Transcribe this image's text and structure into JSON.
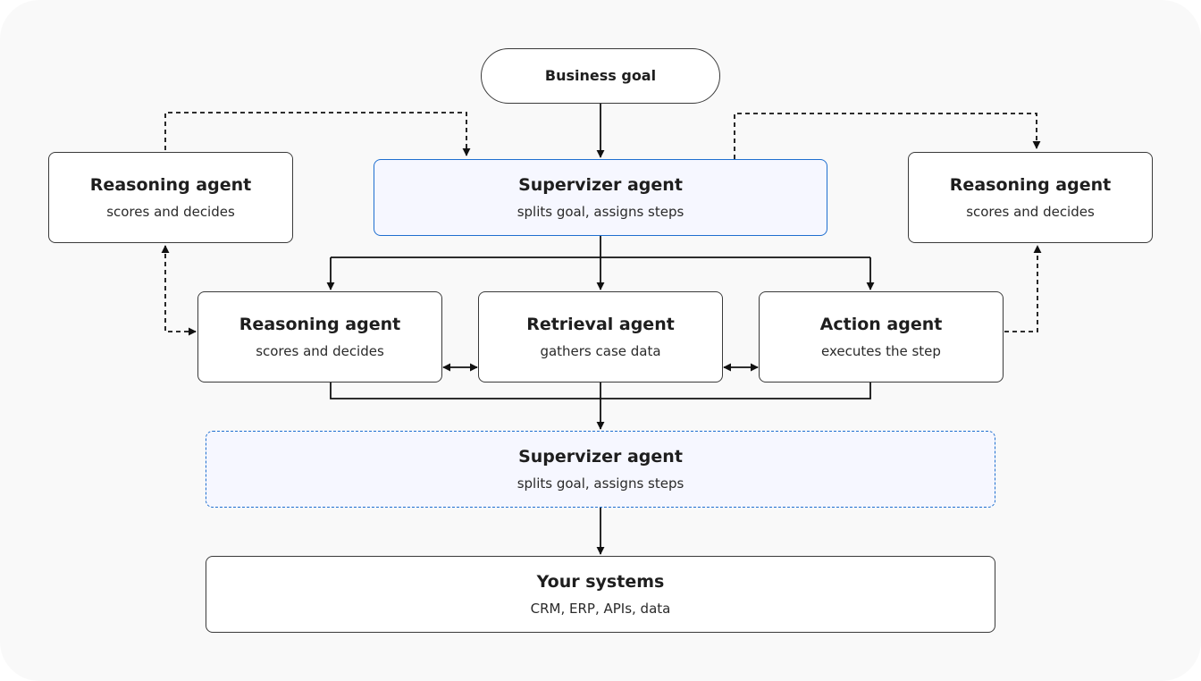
{
  "nodes": {
    "business_goal": {
      "title": "Business goal"
    },
    "supervisor_top": {
      "title": "Supervizer agent",
      "sub": "splits goal, assigns steps"
    },
    "reasoning_left": {
      "title": "Reasoning agent",
      "sub": "scores and decides"
    },
    "reasoning_right": {
      "title": "Reasoning agent",
      "sub": "scores and decides"
    },
    "reasoning_mid": {
      "title": "Reasoning agent",
      "sub": "scores and decides"
    },
    "retrieval": {
      "title": "Retrieval agent",
      "sub": "gathers case data"
    },
    "action": {
      "title": "Action agent",
      "sub": "executes the step"
    },
    "supervisor_bottom": {
      "title": "Supervizer agent",
      "sub": "splits goal, assigns steps"
    },
    "your_systems": {
      "title": "Your systems",
      "sub": "CRM, ERP, APIs, data"
    }
  },
  "colors": {
    "accent": "#1f6fd0",
    "accent_fill": "#f6f7ff",
    "line": "#111111",
    "background": "#f9f9f9"
  }
}
